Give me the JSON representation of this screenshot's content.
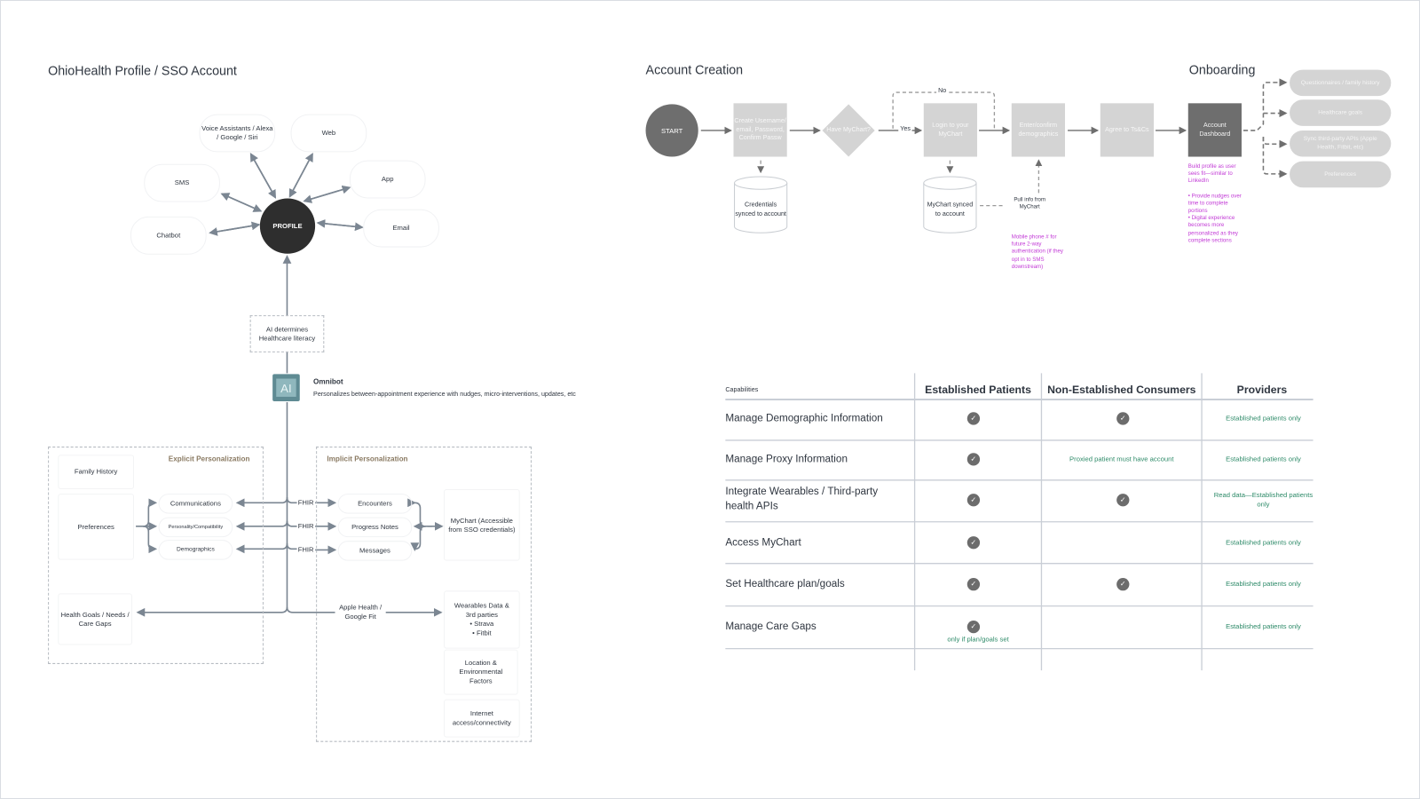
{
  "profile_section": {
    "title": "OhioHealth Profile / SSO Account",
    "center": "PROFILE",
    "channels": [
      "Voice Assistants / Alexa / Google / Siri",
      "Web",
      "SMS",
      "App",
      "Chatbot",
      "Email"
    ],
    "ai_box": "AI determines Healthcare literacy",
    "omnibot": {
      "icon_label": "AI",
      "title": "Omnibot",
      "description": "Personalizes between-appointment experience with nudges, micro-interventions, updates, etc"
    },
    "explicit": {
      "title": "Explicit Personalization",
      "family_history": "Family History",
      "preferences": "Preferences",
      "health_goals": "Health Goals / Needs / Care Gaps",
      "sub": [
        "Communications",
        "Personality/Compatibility",
        "Demographics"
      ]
    },
    "implicit": {
      "title": "Implicit Personalization",
      "sub": [
        "Encounters",
        "Progress Notes",
        "Messages"
      ],
      "fhir": "FHIR",
      "apple": "Apple Health / Google Fit",
      "mychart": "MyChart (Accessible from SSO credentials)",
      "wearables": [
        "Wearables Data &",
        "3rd parties",
        "• Strava",
        "• Fitbit"
      ],
      "location": "Location & Environmental Factors",
      "internet": "Internet access/connectivity"
    }
  },
  "account_creation": {
    "title": "Account Creation",
    "start": "START",
    "create": "Create Username/ email, Password, Confirm Passw",
    "decision": "Have MyChart?",
    "yes": "Yes",
    "no": "No",
    "login": "Login to your MyChart",
    "enter": "Enter/confirm demographics",
    "agree": "Agree to Ts&Cs",
    "credentials_db": "Credentials synced to account",
    "mychart_db": "MyChart synced to account",
    "pull_info": "Pull info from MyChart",
    "mobile_note": "Mobile phone # for future 2-way authentication (if they opt in to SMS downstream)"
  },
  "onboarding": {
    "title": "Onboarding",
    "dashboard": "Account Dashboard",
    "note": "Build profile as user sees fit—similar to LinkedIn",
    "bullets": [
      "• Provide nudges over time to complete portions",
      "• Digital experience becomes more personalized as they complete sections"
    ],
    "options": [
      "Questionnaires / family history",
      "Healthcare goals",
      "Sync third-party APIs (Apple Health, Fitbit, etc)",
      "Preferences"
    ]
  },
  "table": {
    "headers": [
      "Capabilities",
      "Established Patients",
      "Non-Established Consumers",
      "Providers"
    ],
    "rows": [
      {
        "label": "Manage Demographic Information",
        "established": true,
        "non_established": true,
        "non_note": "",
        "est_note": "",
        "providers": "Established patients only"
      },
      {
        "label": "Manage Proxy Information",
        "established": true,
        "non_established": false,
        "non_note": "Proxied patient must have account",
        "est_note": "",
        "providers": "Established patients only"
      },
      {
        "label": "Integrate Wearables / Third-party health APIs",
        "established": true,
        "non_established": true,
        "non_note": "",
        "est_note": "",
        "providers": "Read data—Established patients only"
      },
      {
        "label": "Access MyChart",
        "established": true,
        "non_established": false,
        "non_note": "",
        "est_note": "",
        "providers": "Established patients only"
      },
      {
        "label": "Set Healthcare plan/goals",
        "established": true,
        "non_established": true,
        "non_note": "",
        "est_note": "",
        "providers": "Established patients only"
      },
      {
        "label": "Manage Care Gaps",
        "established": true,
        "non_established": false,
        "non_note": "",
        "est_note": "only if plan/goals set",
        "providers": "Established patients only"
      }
    ],
    "check_color": "#6c6c6c",
    "note_color": "#2d8a68"
  }
}
